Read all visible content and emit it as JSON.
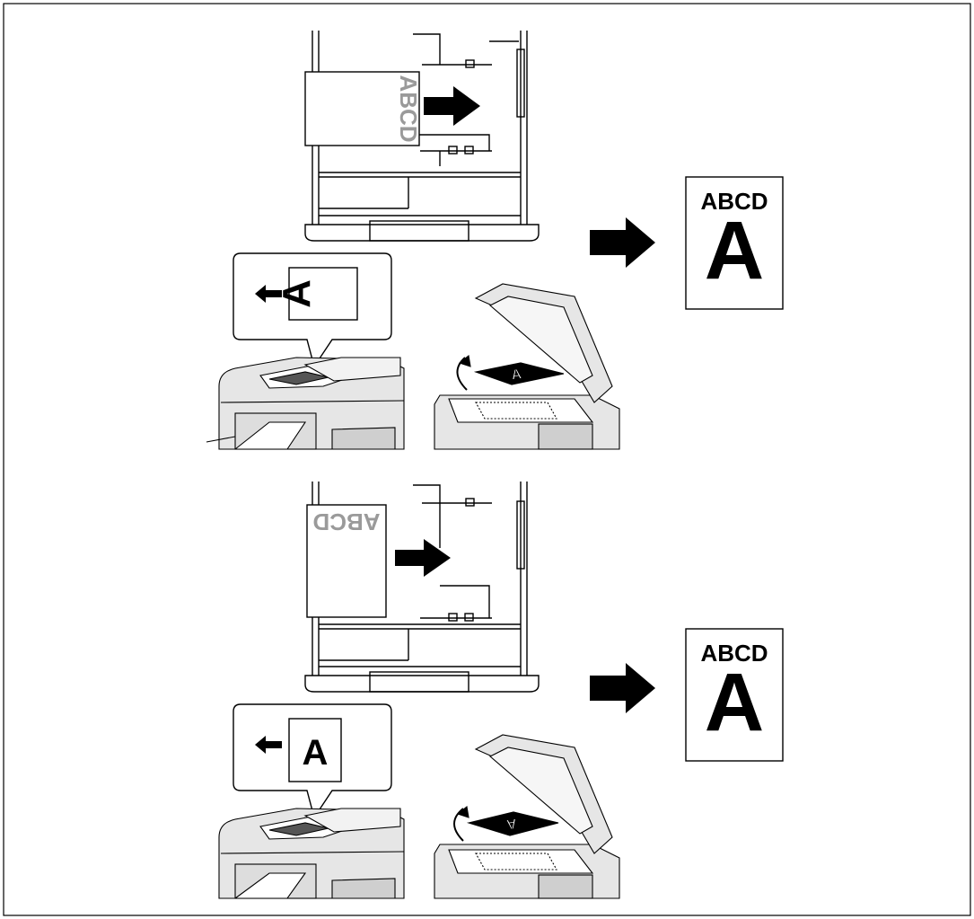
{
  "panels": [
    {
      "tray_paper_text": "ABCD",
      "callout_letter": "A",
      "output_header": "ABCD",
      "output_letter": "A"
    },
    {
      "tray_paper_text": "ABCD",
      "callout_letter": "A",
      "output_header": "ABCD",
      "output_letter": "A"
    }
  ],
  "colors": {
    "line": "#000000",
    "faded_text": "#9a9a9a",
    "machine_fill": "#e6e6e6",
    "machine_dark": "#bdbdbd"
  }
}
